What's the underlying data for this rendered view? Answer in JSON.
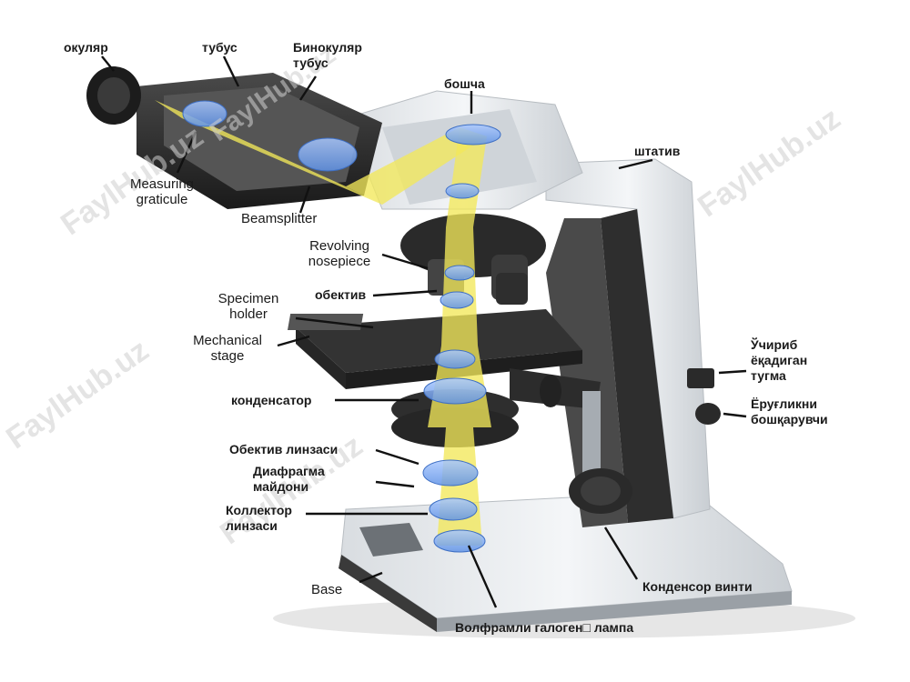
{
  "labels": {
    "ocular": "окуляр",
    "tube": "тубус",
    "binocular_tube_1": "Бинокуляр",
    "binocular_tube_2": "тубус",
    "head": "бошча",
    "stand": "штатив",
    "measuring_graticule_1": "Measuring",
    "measuring_graticule_2": "graticule",
    "beamsplitter": "Beamsplitter",
    "revolving_nosepiece_1": "Revolving",
    "revolving_nosepiece_2": "nosepiece",
    "specimen_holder_1": "Specimen",
    "specimen_holder_2": "holder",
    "objective": "обектив",
    "mechanical_stage_1": "Mechanical",
    "mechanical_stage_2": "stage",
    "condenser": "конденсатор",
    "objective_lens": "Обектив линзаси",
    "field_diaphragm_1": "Диафрагма",
    "field_diaphragm_2": "майдони",
    "collector_lens_1": "Коллектор",
    "collector_lens_2": "линзаси",
    "base": "Base",
    "power_switch_1": "Ўчириб",
    "power_switch_2": "ёқадиган",
    "power_switch_3": "тугма",
    "brightness_1": "Ёруғликни",
    "brightness_2": "бошқарувчи",
    "condenser_screw": "Конденсор винти",
    "halogen_lamp": "Волфрамли галоген□ лампа"
  },
  "watermark": "FaylHub.uz",
  "colors": {
    "light_path": "#f2e85a",
    "lens": "#7fb0ff",
    "body": "#e9ecef",
    "dark": "#2b2b2b",
    "leader": "#111111"
  }
}
